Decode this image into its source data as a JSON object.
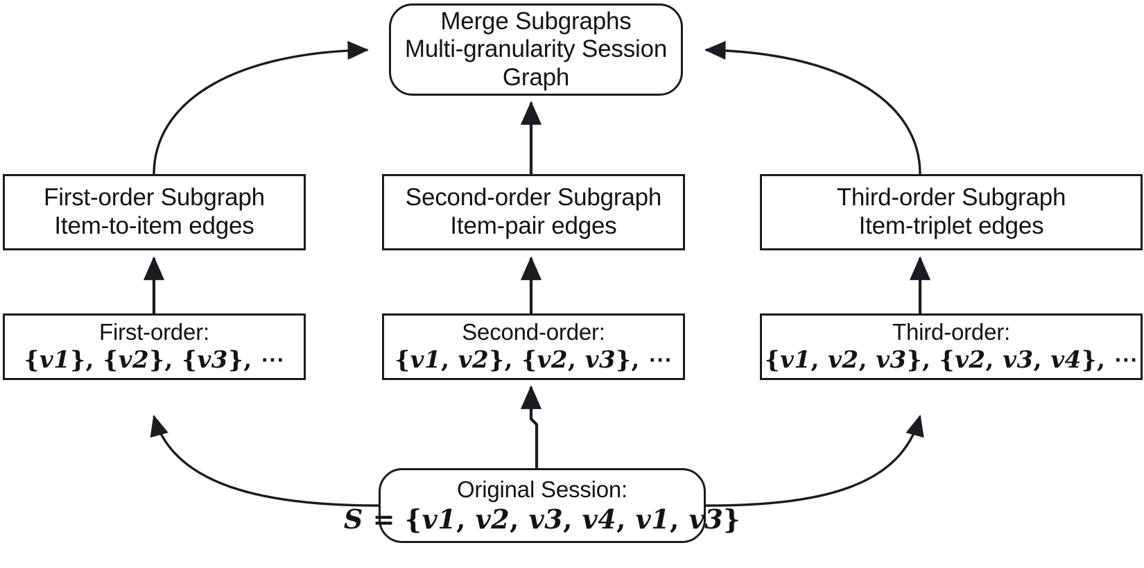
{
  "diagram": {
    "title": "Multi-granularity session graph construction",
    "stroke_color": "#1b1b21",
    "background_color": "#ffffff"
  },
  "nodes": {
    "merge": {
      "name": "merge-subgraphs-node",
      "shape": "rounded-rectangle",
      "lines": [
        "Merge Subgraphs",
        "Multi-granularity Session",
        "Graph"
      ]
    },
    "subgraphs": [
      {
        "name": "first-order-subgraph-node",
        "shape": "rectangle",
        "title": "First-order Subgraph",
        "subtitle": "Item-to-item edges"
      },
      {
        "name": "second-order-subgraph-node",
        "shape": "rectangle",
        "title": "Second-order Subgraph",
        "subtitle": "Item-pair edges"
      },
      {
        "name": "third-order-subgraph-node",
        "shape": "rectangle",
        "title": "Third-order Subgraph",
        "subtitle": "Item-triplet edges"
      }
    ],
    "orders": [
      {
        "name": "first-order-set-node",
        "shape": "rectangle",
        "title": "First-order:",
        "expression": "{v1}, {v2}, {v3}, ⋯"
      },
      {
        "name": "second-order-set-node",
        "shape": "rectangle",
        "title": "Second-order:",
        "expression": "{v1, v2}, {v2, v3}, ⋯"
      },
      {
        "name": "third-order-set-node",
        "shape": "rectangle",
        "title": "Third-order:",
        "expression": "{v1, v2, v3}, {v2, v3, v4}, ⋯"
      }
    ],
    "session": {
      "name": "original-session-node",
      "shape": "rounded-rectangle",
      "title": "Original Session:",
      "expression": "S = {v1, v2, v3, v4, v1, v3}"
    }
  },
  "edges": [
    {
      "name": "edge-session-to-first-order",
      "from": "original-session-node",
      "to": "first-order-set-node",
      "style": "curved",
      "arrow": "single"
    },
    {
      "name": "edge-session-to-second-order",
      "from": "original-session-node",
      "to": "second-order-set-node",
      "style": "stepped",
      "arrow": "single"
    },
    {
      "name": "edge-session-to-third-order",
      "from": "original-session-node",
      "to": "third-order-set-node",
      "style": "curved",
      "arrow": "single"
    },
    {
      "name": "edge-first-order-to-subgraph",
      "from": "first-order-set-node",
      "to": "first-order-subgraph-node",
      "style": "straight",
      "arrow": "single"
    },
    {
      "name": "edge-second-order-to-subgraph",
      "from": "second-order-set-node",
      "to": "second-order-subgraph-node",
      "style": "straight",
      "arrow": "single"
    },
    {
      "name": "edge-third-order-to-subgraph",
      "from": "third-order-set-node",
      "to": "third-order-subgraph-node",
      "style": "straight",
      "arrow": "single"
    },
    {
      "name": "edge-first-subgraph-to-merge",
      "from": "first-order-subgraph-node",
      "to": "merge-subgraphs-node",
      "style": "curved",
      "arrow": "single"
    },
    {
      "name": "edge-second-subgraph-to-merge",
      "from": "second-order-subgraph-node",
      "to": "merge-subgraphs-node",
      "style": "straight",
      "arrow": "single"
    },
    {
      "name": "edge-third-subgraph-to-merge",
      "from": "third-order-subgraph-node",
      "to": "merge-subgraphs-node",
      "style": "curved",
      "arrow": "single"
    }
  ]
}
